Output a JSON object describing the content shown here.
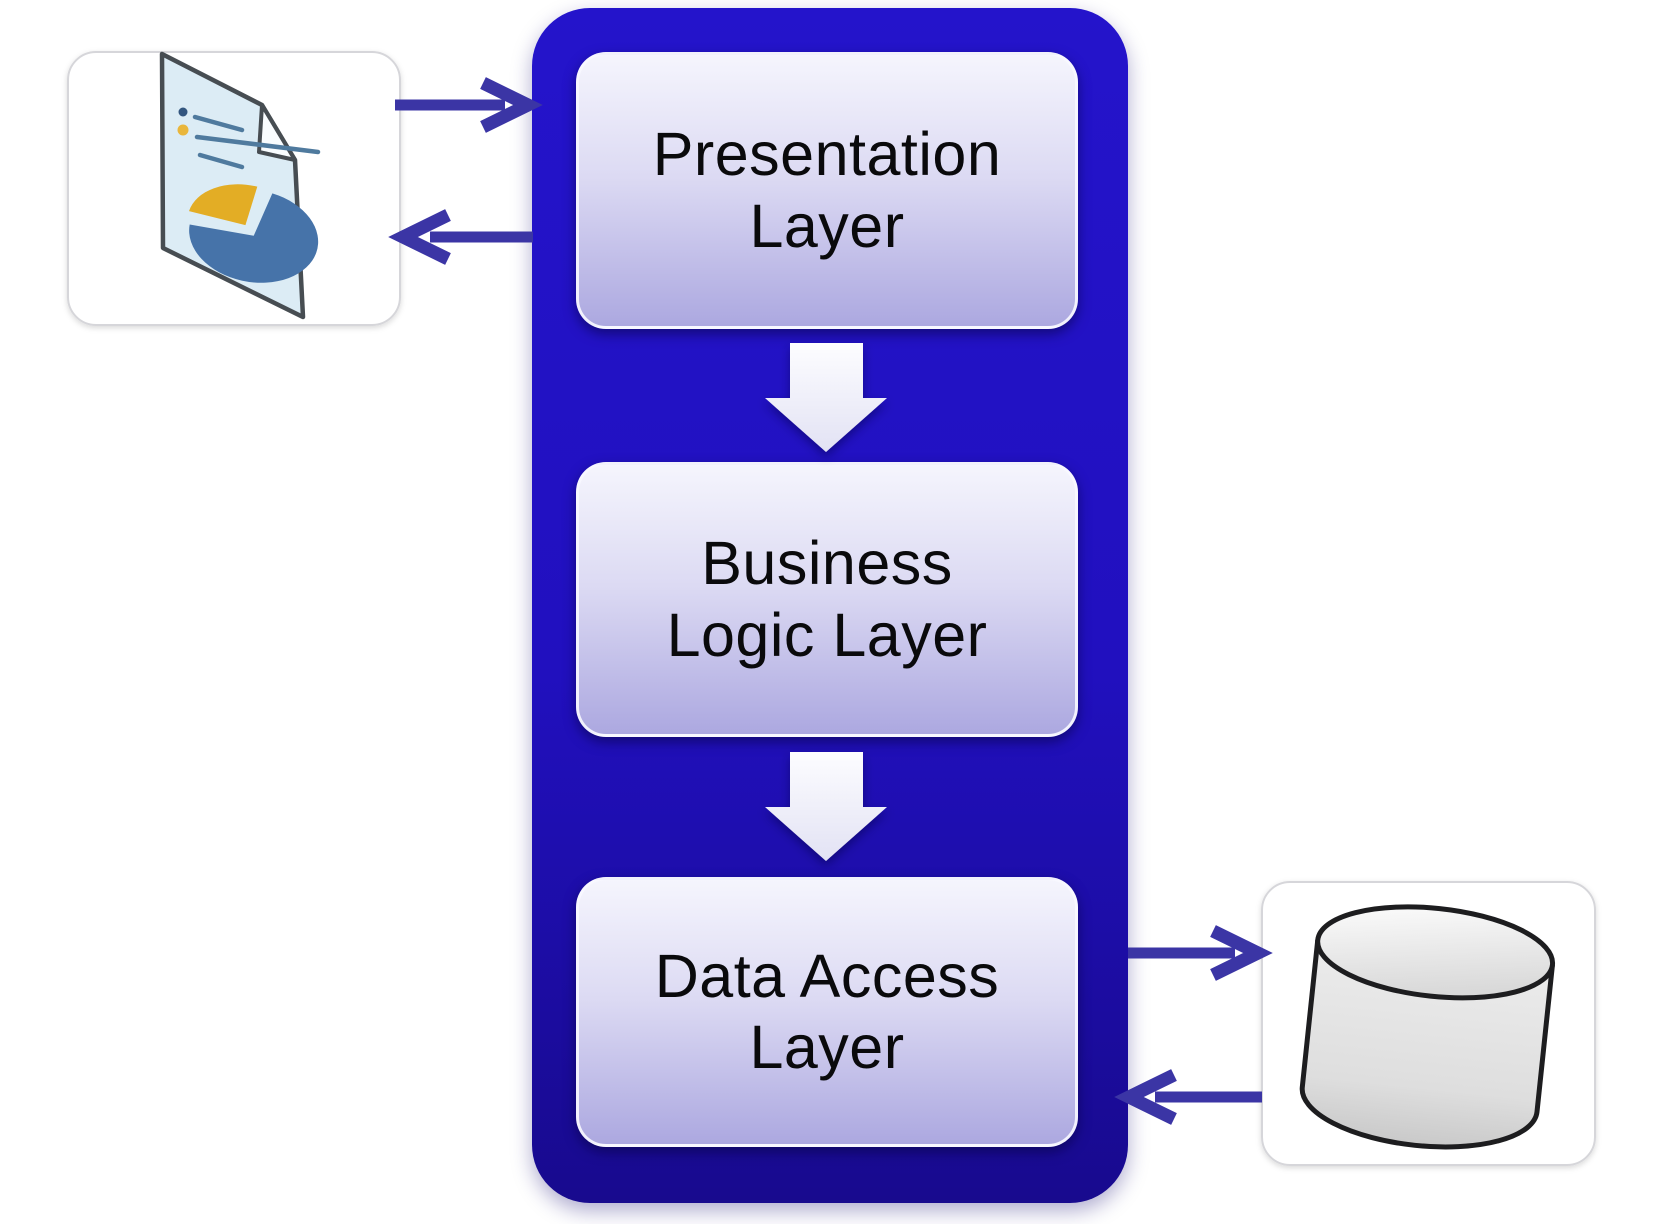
{
  "diagram": {
    "stack": {
      "layers": [
        {
          "label": "Presentation\nLayer"
        },
        {
          "label": "Business\nLogic Layer"
        },
        {
          "label": "Data Access\nLayer"
        }
      ]
    },
    "nodes": {
      "client_icon": "document-with-chart",
      "database_icon": "database-cylinder"
    },
    "arrows": {
      "client_to_stack": "right",
      "stack_to_client": "left",
      "stack_to_database": "right",
      "database_to_stack": "left",
      "presentation_to_business": "down",
      "business_to_data_access": "down"
    },
    "colors": {
      "stack_background_top": "#2414CB",
      "stack_background_bottom": "#180A8E",
      "layer_box_top": "#F5F5FD",
      "layer_box_bottom": "#ACA8E0",
      "connector_arrow": "#3B35A5",
      "flow_arrow_fill": "#F6F6FD",
      "label_text": "#0A0A0C",
      "page_fill": "#DCECF5",
      "pie_blue": "#4673A9",
      "pie_yellow": "#E3AD25",
      "cylinder_fill": "#E3E3E3"
    }
  }
}
